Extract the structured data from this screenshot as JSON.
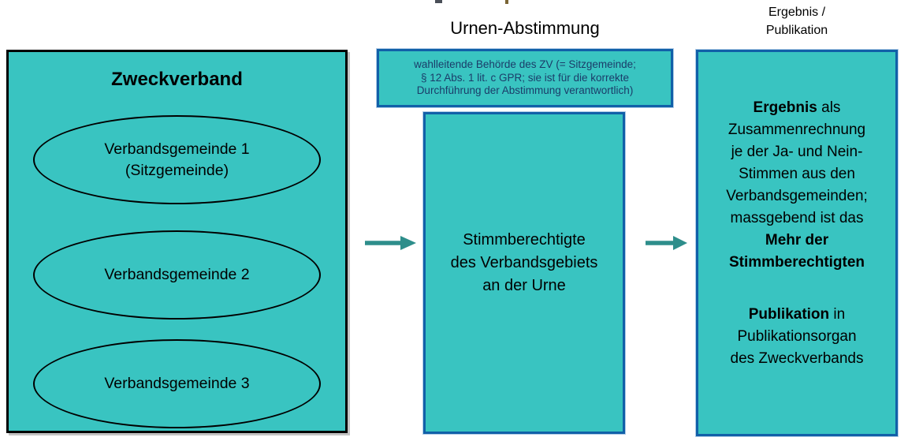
{
  "headings": {
    "middle": "Urnen-Abstimmung",
    "right_line1": "Ergebnis /",
    "right_line2": "Publikation"
  },
  "zweckverband_box": {
    "title": "Zweckverband",
    "ellipses": [
      {
        "line1": "Verbandsgemeinde 1",
        "line2": "(Sitzgemeinde)"
      },
      {
        "line1": "Verbandsgemeinde 2"
      },
      {
        "line1": "Verbandsgemeinde 3"
      }
    ]
  },
  "note_box": {
    "lines": [
      "wahlleitende Behörde des ZV (= Sitzgemeinde;",
      "§ 12 Abs. 1 lit. c GPR; sie ist für die korrekte",
      "Durchführung der Abstimmung verantwortlich)"
    ]
  },
  "middle_box": {
    "lines": [
      "Stimmberechtigte",
      "des Verbandsgebiets",
      "an der Urne"
    ]
  },
  "right_box": {
    "line1_bold": "Ergebnis",
    "line1_rest": " als",
    "line2": "Zusammenrechnung",
    "line3": "je der Ja- und Nein-",
    "line4": "Stimmen aus den",
    "line5": "Verbandsgemeinden;",
    "line6": "massgebend ist das",
    "line7_bold": "Mehr der",
    "line8_bold": "Stimmberechtigten",
    "line9_bold": "Publikation",
    "line9_rest": " in",
    "line10": "Publikationsorgan",
    "line11": "des Zweckverbands"
  },
  "colors": {
    "box_fill": "#39C4C1",
    "black_border": "#000000",
    "blue_border": "#1160A8",
    "arrow": "#2E8E8B",
    "note_text": "#1B3C69",
    "background": "#FFFFFF"
  },
  "icons": {
    "arrow_left": "arrow-right-icon",
    "arrow_right": "arrow-right-icon"
  }
}
